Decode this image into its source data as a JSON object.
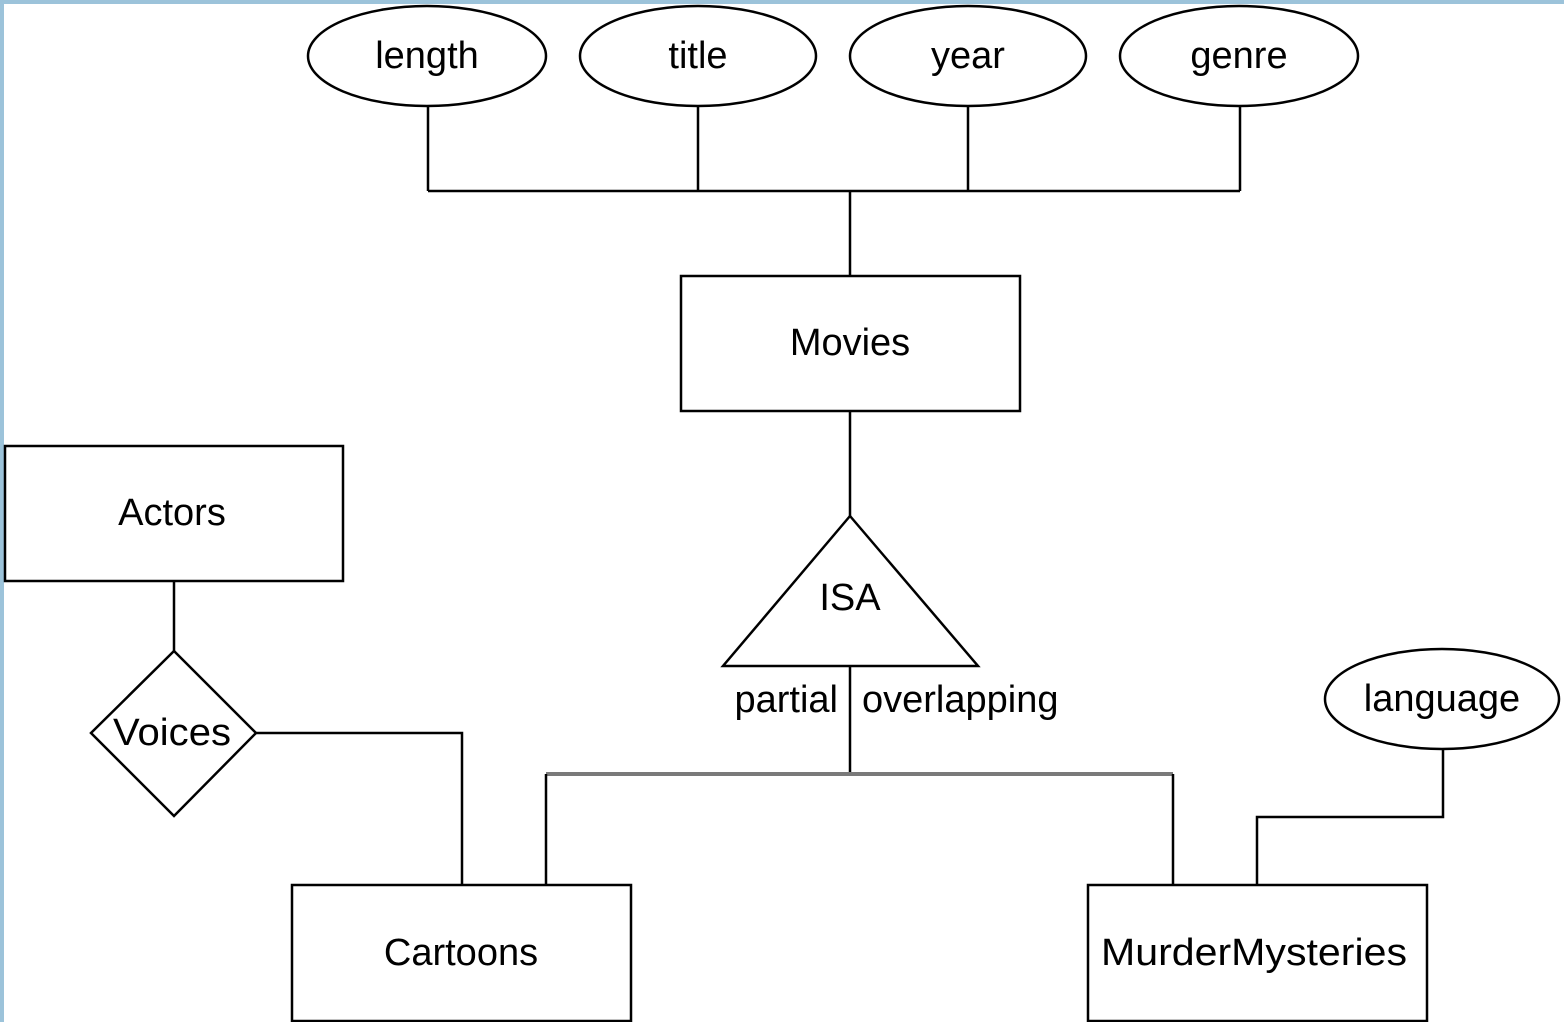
{
  "diagram": {
    "entities": {
      "movies": "Movies",
      "actors": "Actors",
      "cartoons": "Cartoons",
      "murder_mysteries": "MurderMysteries"
    },
    "attributes": {
      "length": "length",
      "title": "title",
      "year": "year",
      "genre": "genre",
      "language": "language"
    },
    "relationships": {
      "voices": "Voices"
    },
    "isa": {
      "label": "ISA",
      "participation": "partial",
      "disjointness": "overlapping"
    }
  }
}
